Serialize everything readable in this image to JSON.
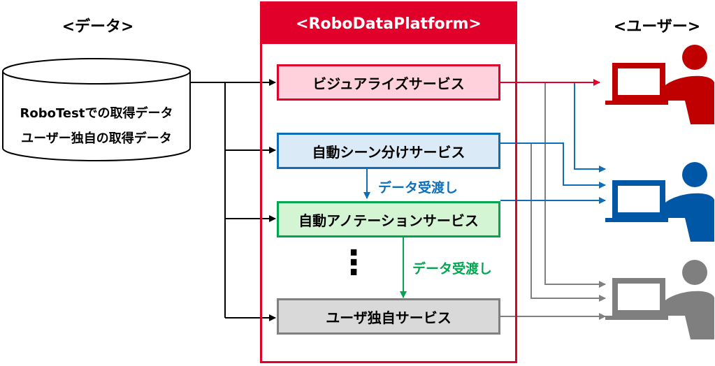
{
  "headings": {
    "data": "<データ>",
    "platform": "<RoboDataPlatform>",
    "user": "<ユーザー>"
  },
  "database": {
    "line1": "RoboTestでの取得データ",
    "line2": "ユーザー独自の取得データ"
  },
  "services": {
    "visualize": "ビジュアライズサービス",
    "scene_split": "自動シーン分けサービス",
    "annotation": "自動アノテーションサービス",
    "user_custom": "ユーザ独自サービス"
  },
  "handoffs": {
    "first": "データ受渡し",
    "second": "データ受渡し"
  },
  "ellipsis": "⋮",
  "colors": {
    "red": "#e0002a",
    "blue": "#0e6eb8",
    "green": "#00a650",
    "gray": "#808080",
    "user_red": "#c00000",
    "user_blue": "#0057a6",
    "user_gray": "#7f7f7f"
  },
  "icons": [
    "database-icon",
    "user-computer-icon"
  ]
}
